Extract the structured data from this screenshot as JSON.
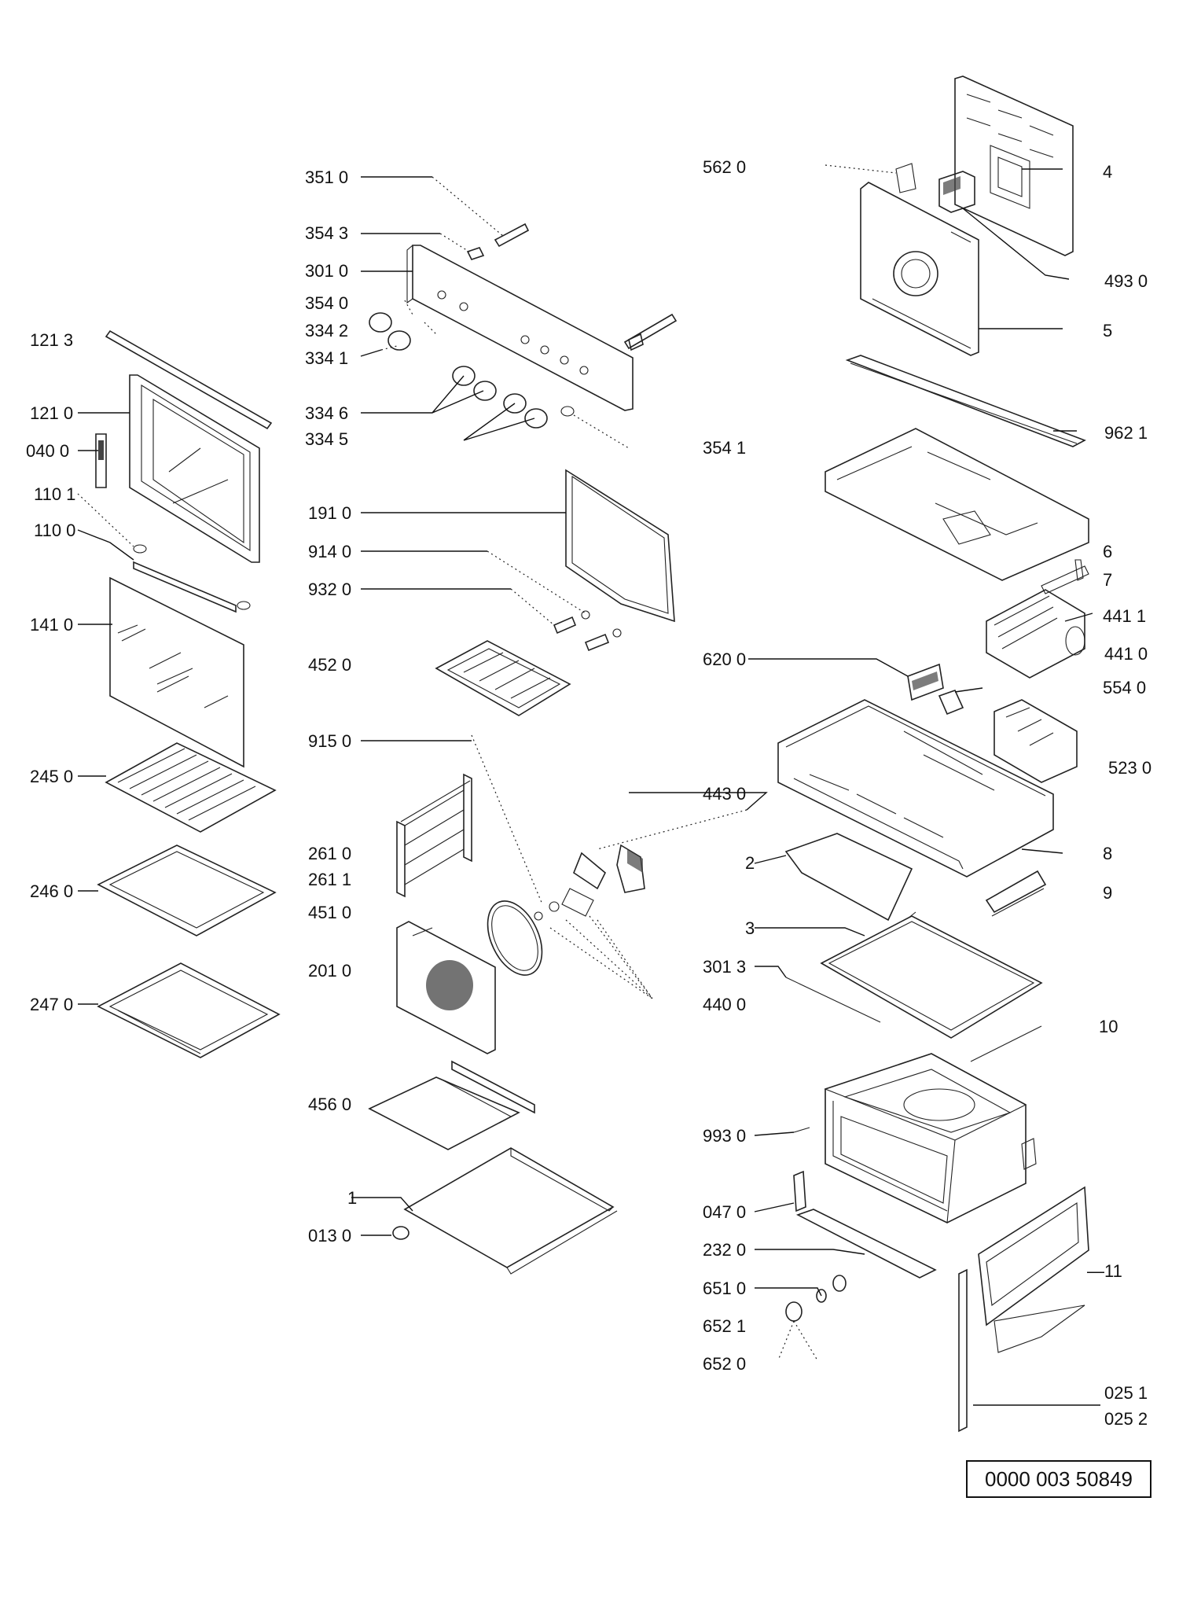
{
  "document_number": "0000 003 50849",
  "labels": {
    "l_351_0": "351 0",
    "l_354_3": "354 3",
    "l_301_0": "301 0",
    "l_354_0": "354 0",
    "l_334_2": "334 2",
    "l_334_1": "334 1",
    "l_334_6": "334 6",
    "l_334_5": "334 5",
    "l_191_0": "191 0",
    "l_914_0": "914 0",
    "l_932_0": "932 0",
    "l_452_0": "452 0",
    "l_915_0": "915 0",
    "l_261_0": "261 0",
    "l_261_1": "261 1",
    "l_451_0": "451 0",
    "l_201_0": "201 0",
    "l_456_0": "456 0",
    "l_1": "1",
    "l_013_0": "013 0",
    "l_121_3": "121 3",
    "l_121_0": "121 0",
    "l_040_0": "040 0",
    "l_110_1": "110 1",
    "l_110_0": "110 0",
    "l_141_0": "141 0",
    "l_245_0": "245 0",
    "l_246_0": "246 0",
    "l_247_0": "247 0",
    "l_562_0": "562 0",
    "l_4": "4",
    "l_493_0": "493 0",
    "l_5": "5",
    "l_354_1": "354 1",
    "l_962_1": "962 1",
    "l_6": "6",
    "l_7": "7",
    "l_441_1": "441 1",
    "l_441_0": "441 0",
    "l_620_0": "620 0",
    "l_554_0": "554 0",
    "l_523_0": "523 0",
    "l_443_0": "443 0",
    "l_8": "8",
    "l_2": "2",
    "l_9": "9",
    "l_3": "3",
    "l_301_3": "301 3",
    "l_440_0": "440 0",
    "l_10": "10",
    "l_993_0": "993 0",
    "l_047_0": "047 0",
    "l_232_0": "232 0",
    "l_651_0": "651 0",
    "l_652_1": "652 1",
    "l_652_0": "652 0",
    "l_11": "—11",
    "l_025_1": "025 1",
    "l_025_2": "025 2"
  }
}
